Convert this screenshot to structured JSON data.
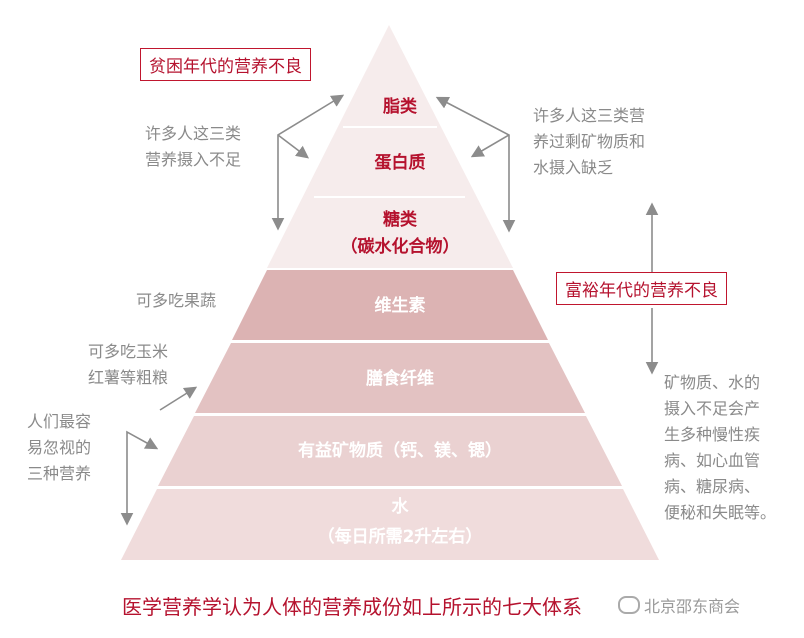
{
  "pyramid": {
    "layers": [
      {
        "label": "脂类",
        "sub": ""
      },
      {
        "label": "蛋白质",
        "sub": ""
      },
      {
        "label": "糖类",
        "sub": "（碳水化合物）"
      },
      {
        "label": "维生素",
        "sub": ""
      },
      {
        "label": "膳食纤维",
        "sub": ""
      },
      {
        "label": "有益矿物质（钙、镁、锶）",
        "sub": ""
      },
      {
        "label": "水",
        "sub": "（每日所需2升左右）"
      }
    ]
  },
  "labels": {
    "poverty_title": "贫困年代的营养不良",
    "poverty_note": [
      "许多人这三类",
      "营养摄入不足"
    ],
    "wealth_note": [
      "许多人这三类营",
      "养过剩矿物质和",
      "水摄入缺乏"
    ],
    "wealth_title": "富裕年代的营养不良",
    "fruit_note": "可多吃果蔬",
    "grain_note": [
      "可多吃玉米",
      "红薯等粗粮"
    ],
    "neglect_note": [
      "人们最容",
      "易忽视的",
      "三种营养"
    ],
    "mineral_note": [
      "矿物质、水的",
      "摄入不足会产",
      "生多种慢性疾",
      "病、如心血管",
      "病、糖尿病、",
      "便秘和失眠等。"
    ]
  },
  "caption": "医学营养学认为人体的营养成份如上所示的七大体系",
  "watermark": "北京邵东商会",
  "colors": {
    "top_fill": "#f6ecec",
    "bottom_fill": [
      "#dcb3b3",
      "#e3c2c2",
      "#ead1d1",
      "#f0dcdc"
    ],
    "accent": "#c0162e",
    "arrow": "#8c8c8c"
  }
}
